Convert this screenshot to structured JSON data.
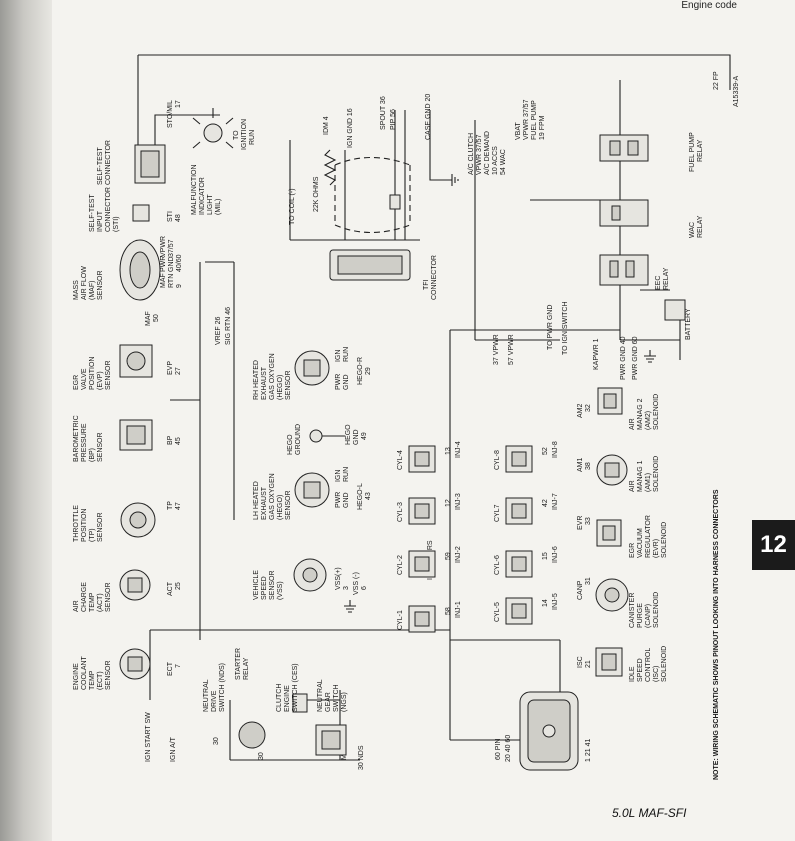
{
  "header": {
    "engine_code": "Engine code"
  },
  "page_tab": "12",
  "footer": "5.0L MAF-SFI",
  "figure_id": "A15339-A",
  "note": "NOTE: WIRING SCHEMATIC SHOWS PINOUT LOOKING INTO HARNESS CONNECTORS",
  "top_left": {
    "ign_start_sw": "IGN START SW",
    "ign_at": "IGN A/T",
    "w30a": "30",
    "w30b": "30",
    "mt": "M/T",
    "nds30": "30 NDS"
  },
  "switches": {
    "nds": [
      "NEUTRAL",
      "DRIVE",
      "SWITCH (NDS)"
    ],
    "starter_relay": [
      "STARTER",
      "RELAY"
    ],
    "ces": [
      "CLUTCH",
      "ENGINE",
      "SWITCH (CES)"
    ],
    "ngs": [
      "NEUTRAL",
      "GEAR",
      "SWITCH",
      "(NGS)"
    ]
  },
  "sensors": {
    "ect": {
      "lines": [
        "ENGINE",
        "COOLANT",
        "TEMP",
        "(ECT)",
        "SENSOR"
      ],
      "pin_label": "ECT",
      "pin": "7"
    },
    "act": {
      "lines": [
        "AIR",
        "CHARGE",
        "TEMP",
        "(ACT)",
        "SENSOR"
      ],
      "pin_label": "ACT",
      "pin": "25"
    },
    "tp": {
      "lines": [
        "THROTTLE",
        "POSITION",
        "(TP)",
        "SENSOR"
      ],
      "pin_label": "TP",
      "pin": "47"
    },
    "bp": {
      "lines": [
        "BAROMETRIC",
        "PRESSURE",
        "(BP)",
        "SENSOR"
      ],
      "pin_label": "BP",
      "pin": "45"
    },
    "evp": {
      "lines": [
        "EGR",
        "VALVE",
        "POSITION",
        "(EVP)",
        "SENSOR"
      ],
      "pin_label": "EVP",
      "pin": "27"
    },
    "maf": {
      "lines": [
        "MASS",
        "AIR FLOW",
        "(MAF)",
        "SENSOR"
      ],
      "pins": [
        "MAF",
        "PWR",
        "VPWR",
        "RTN",
        "GND",
        "37/57",
        "9",
        "40/60"
      ],
      "maf_plus": "MAF",
      "maf_plus_pin": "50"
    },
    "sti": {
      "lines": [
        "SELF-TEST",
        "INPUT",
        "CONNECTOR",
        "(STI)"
      ],
      "pin_label": "STI",
      "pin": "48"
    },
    "stc": {
      "lines": [
        "SELF-TEST",
        "CONNECTOR"
      ],
      "sto": "STO/MIL",
      "sto_pin": "17"
    },
    "mil": {
      "lines": [
        "MALFUNCTION",
        "INDICATOR",
        "LIGHT",
        "(MIL)"
      ],
      "to": [
        "TO",
        "IGNITION",
        "RUN"
      ]
    },
    "vref": "VREF 26",
    "sigrtn": "SIG RTN 46",
    "vss": {
      "lines": [
        "VEHICLE",
        "SPEED",
        "SENSOR",
        "(VSS)"
      ],
      "plus": "VSS(+)",
      "plus_pin": "3",
      "minus": "VSS (-)",
      "minus_pin": "6"
    },
    "lh_hego": {
      "lines": [
        "LH HEATED",
        "EXHAUST",
        "GAS OXYGEN",
        "(HEGO)",
        "SENSOR"
      ],
      "pins": [
        "PWR",
        "GND",
        "IGN",
        "RUN"
      ],
      "sig": "HEGO-L",
      "sig_pin": "43"
    },
    "hego_gnd": {
      "lines": [
        "HEGO",
        "GROUND"
      ],
      "sig": "HEGO",
      "sig2": "GND",
      "pin": "49"
    },
    "rh_hego": {
      "lines": [
        "RH HEATED",
        "EXHAUST",
        "GAS OXYGEN",
        "(HEGO)",
        "SENSOR"
      ],
      "pins": [
        "PWR",
        "GND",
        "IGN",
        "RUN"
      ],
      "sig": "HEGO-R",
      "sig_pin": "29"
    }
  },
  "tfi": {
    "lines": [
      "TFI",
      "CONNECTOR"
    ],
    "to_coil": "TO COIL (-)",
    "ohms": "22K OHMS",
    "idm": "IDM 4",
    "ign_gnd": "IGN GND 16",
    "spout": "SPOUT 36",
    "pip": "PIP 56",
    "case_gnd": "CASE GND 20"
  },
  "relays": {
    "ac": [
      "A/C CLUTCH",
      "VPWR 37/57",
      "A/C DEMAND",
      "10 ACCS",
      "54 WAC"
    ],
    "fuel": [
      "VBAT",
      "VPWR 37/57",
      "FUEL PUMP",
      "19 FPM"
    ],
    "fp22": "22 FP",
    "fuel_relay": [
      "FUEL PUMP",
      "RELAY"
    ],
    "wac_relay": [
      "WAC",
      "RELAY"
    ],
    "eec_relay": [
      "EEC",
      "RELAY"
    ],
    "battery": "BATTERY",
    "vpwr37": "37 VPWR",
    "vpwr57": "57 VPWR",
    "to_pwr_gnd": "TO PWR GND",
    "to_ign_switch": "TO IGN SWITCH",
    "kapwr": "KAPWR 1",
    "pwr_gnd_40": "PWR GND 40",
    "pwr_gnd_60": "PWR GND 60"
  },
  "injectors": {
    "title": "INJECTORS",
    "top": [
      {
        "cyl": "CYL-1",
        "pin": "58",
        "inj": "INJ-1"
      },
      {
        "cyl": "CYL-2",
        "pin": "59",
        "inj": "INJ-2"
      },
      {
        "cyl": "CYL-3",
        "pin": "12",
        "inj": "INJ-3"
      },
      {
        "cyl": "CYL-4",
        "pin": "13",
        "inj": "INJ-4"
      }
    ],
    "bottom": [
      {
        "cyl": "CYL-5",
        "pin": "14",
        "inj": "INJ-5"
      },
      {
        "cyl": "CYL-6",
        "pin": "15",
        "inj": "INJ-6"
      },
      {
        "cyl": "CYL7",
        "pin": "42",
        "inj": "INJ-7"
      },
      {
        "cyl": "CYL-8",
        "pin": "52",
        "inj": "INJ-8"
      }
    ]
  },
  "solenoids": {
    "isc": {
      "pin_label": "ISC",
      "pin": "21",
      "lines": [
        "IDLE",
        "SPEED",
        "CONTROL",
        "(ISC)",
        "SOLENOID"
      ]
    },
    "canp": {
      "pin_label": "CANP",
      "pin": "31",
      "lines": [
        "CANISTER",
        "PURGE",
        "(CANP)",
        "SOLENOID"
      ]
    },
    "evr": {
      "pin_label": "EVR",
      "pin": "33",
      "lines": [
        "EGR",
        "VACUUM",
        "REGULATOR",
        "(EVR)",
        "SOLENOID"
      ]
    },
    "am1": {
      "pin_label": "AM1",
      "pin": "38",
      "lines": [
        "AIR",
        "MANAG 1",
        "(AM1)",
        "SOLENOID"
      ]
    },
    "am2": {
      "pin_label": "AM2",
      "pin": "32",
      "lines": [
        "AIR",
        "MANAG 2",
        "(AM2)",
        "SOLENOID"
      ]
    }
  },
  "pin60": {
    "title": "60 PIN",
    "nums_top": "20 40 60",
    "nums_bottom": "1  21  41"
  }
}
